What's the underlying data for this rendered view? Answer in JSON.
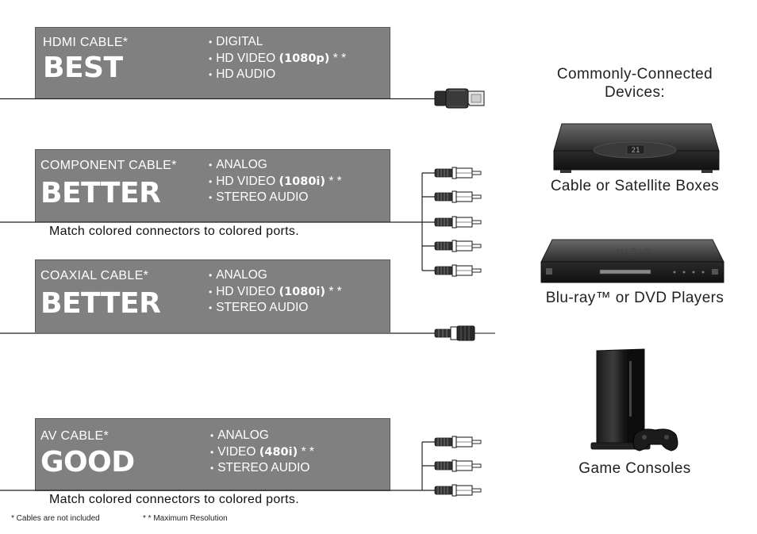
{
  "sections": [
    {
      "cable": "HDMI CABLE*",
      "rating": "BEST",
      "features": [
        {
          "text": "DIGITAL",
          "bold": ""
        },
        {
          "text": "HD VIDEO ",
          "bold": "(1080p)",
          "suffix": "* *"
        },
        {
          "text": "HD AUDIO",
          "bold": ""
        }
      ],
      "note": ""
    },
    {
      "cable": "COMPONENT CABLE*",
      "rating": "BETTER",
      "features": [
        {
          "text": "ANALOG",
          "bold": ""
        },
        {
          "text": "HD VIDEO ",
          "bold": "(1080i)",
          "suffix": "* *"
        },
        {
          "text": "STEREO AUDIO",
          "bold": ""
        }
      ],
      "note": "Match colored connectors to colored ports."
    },
    {
      "cable": "COAXIAL CABLE*",
      "rating": "BETTER",
      "features": [
        {
          "text": "ANALOG",
          "bold": ""
        },
        {
          "text": "HD VIDEO ",
          "bold": "(1080i)",
          "suffix": "* *"
        },
        {
          "text": "STEREO AUDIO",
          "bold": ""
        }
      ],
      "note": ""
    },
    {
      "cable": "AV CABLE*",
      "rating": "GOOD",
      "features": [
        {
          "text": "ANALOG",
          "bold": ""
        },
        {
          "text": "VIDEO ",
          "bold": "(480i)",
          "suffix": "* *"
        },
        {
          "text": "STEREO AUDIO",
          "bold": ""
        }
      ],
      "note": "Match colored connectors to colored ports."
    }
  ],
  "devices": {
    "heading_line1": "Commonly-Connected",
    "heading_line2": "Devices:",
    "items": [
      {
        "label": "Cable or Satellite Boxes",
        "icon": "set-top-box-icon",
        "display": "21"
      },
      {
        "label": "Blu-ray™ or DVD Players",
        "icon": "bluray-player-icon",
        "display": ""
      },
      {
        "label": "Game Consoles",
        "icon": "game-console-icon",
        "display": ""
      }
    ]
  },
  "footnotes": {
    "cables": "* Cables are not included",
    "resolution": "* * Maximum Resolution"
  },
  "colors": {
    "panel": "#808080",
    "panel_text": "#ffffff",
    "cable_line": "#222222",
    "connector_dark": "#333333",
    "connector_light": "#ffffff"
  }
}
